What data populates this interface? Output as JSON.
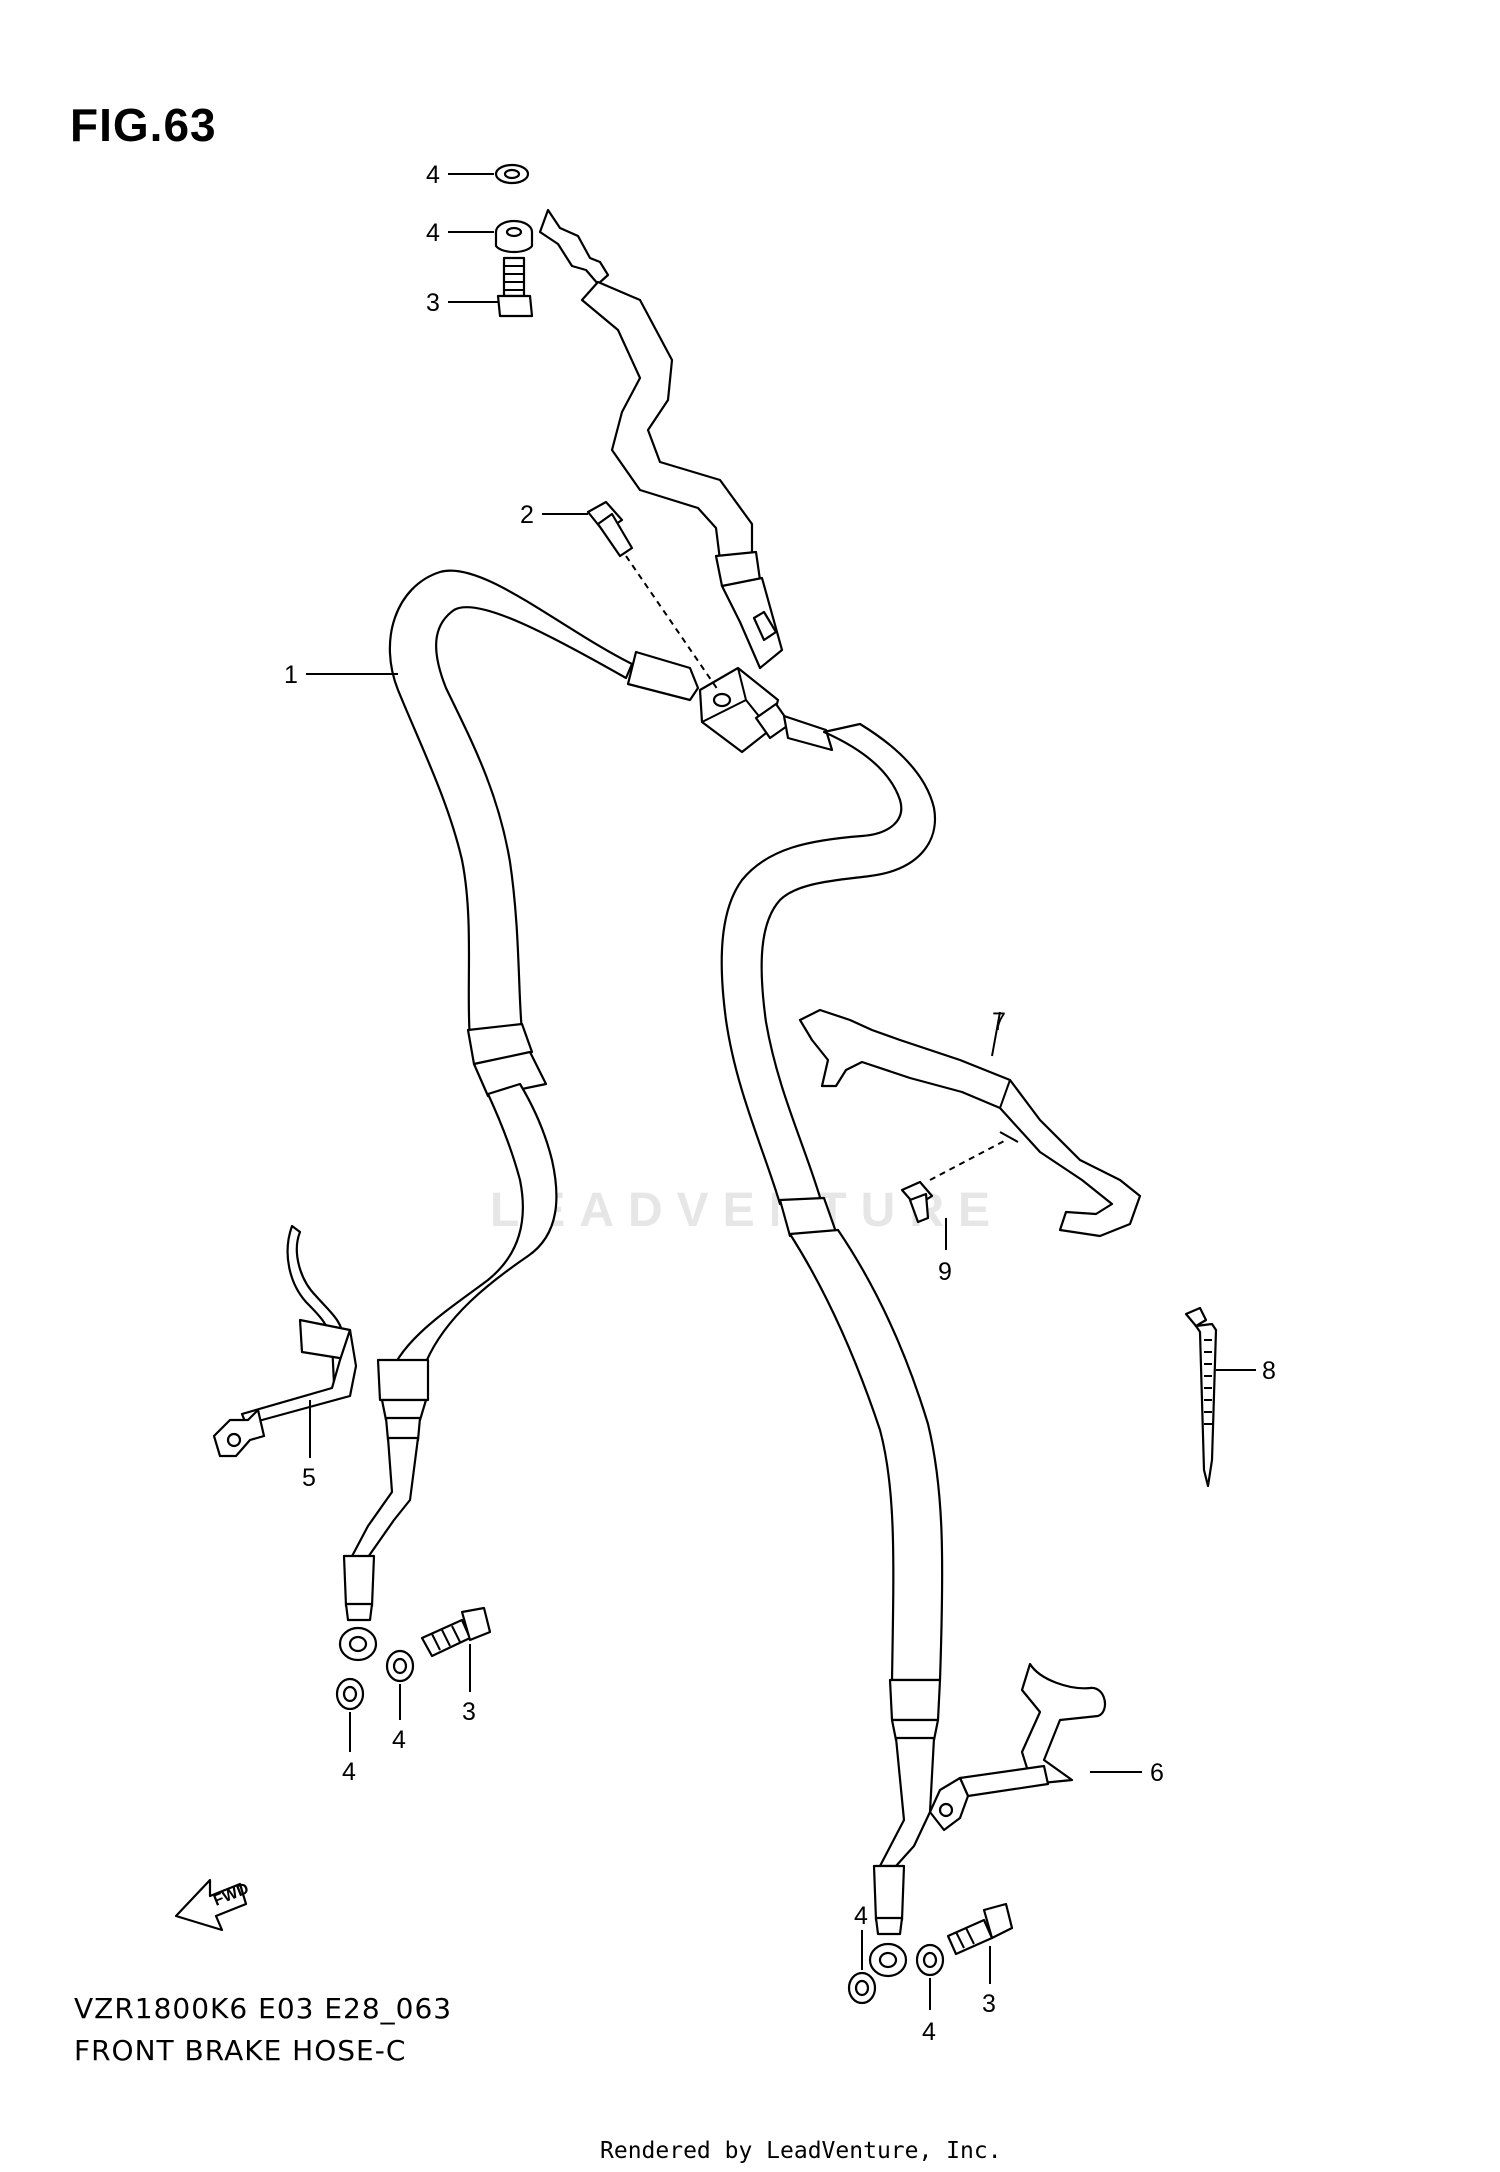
{
  "figure": {
    "title": "FIG.63",
    "model_code": "VZR1800K6 E03 E28_063",
    "diagram_name": "FRONT BRAKE HOSE-C",
    "footer": "Rendered by LeadVenture, Inc.",
    "watermark": "LEADVENTURE",
    "fwd_label": "FWD"
  },
  "callouts": [
    "4",
    "4",
    "3",
    "2",
    "1",
    "7",
    "9",
    "8",
    "5",
    "3",
    "4",
    "4",
    "6",
    "4",
    "3",
    "4"
  ],
  "colors": {
    "line": "#000000",
    "background": "#ffffff",
    "watermark": "#e6e6e6"
  }
}
